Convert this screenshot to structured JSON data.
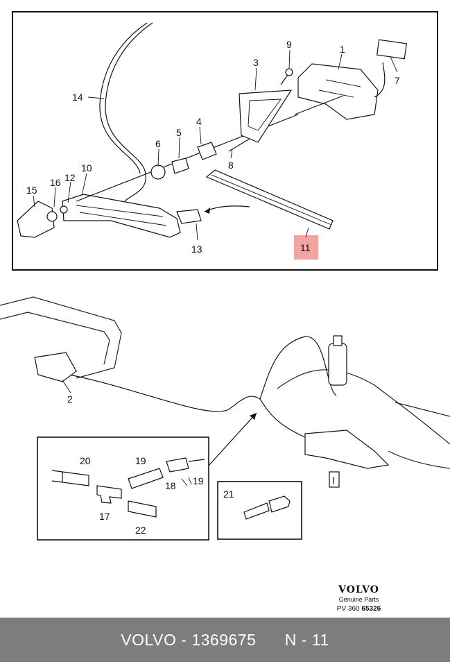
{
  "callouts": {
    "c1": "1",
    "c2": "2",
    "c3": "3",
    "c4": "4",
    "c5": "5",
    "c6": "6",
    "c7": "7",
    "c8": "8",
    "c9": "9",
    "c10": "10",
    "c11": "11",
    "c12": "12",
    "c13": "13",
    "c14": "14",
    "c15": "15",
    "c16": "16",
    "c17": "17",
    "c18": "18",
    "c19a": "19",
    "c19b": "19",
    "c20": "20",
    "c21": "21",
    "c22": "22",
    "cI": "I"
  },
  "brand": {
    "logo": "VOLVO",
    "subtitle": "Genuine Parts",
    "code_prefix": "PV 360",
    "code_number": "65326"
  },
  "footer": {
    "brand": "VOLVO",
    "sep1": " - ",
    "part_number": "1369675",
    "position": "N - 11"
  },
  "highlight_color": "#f4a3a3"
}
